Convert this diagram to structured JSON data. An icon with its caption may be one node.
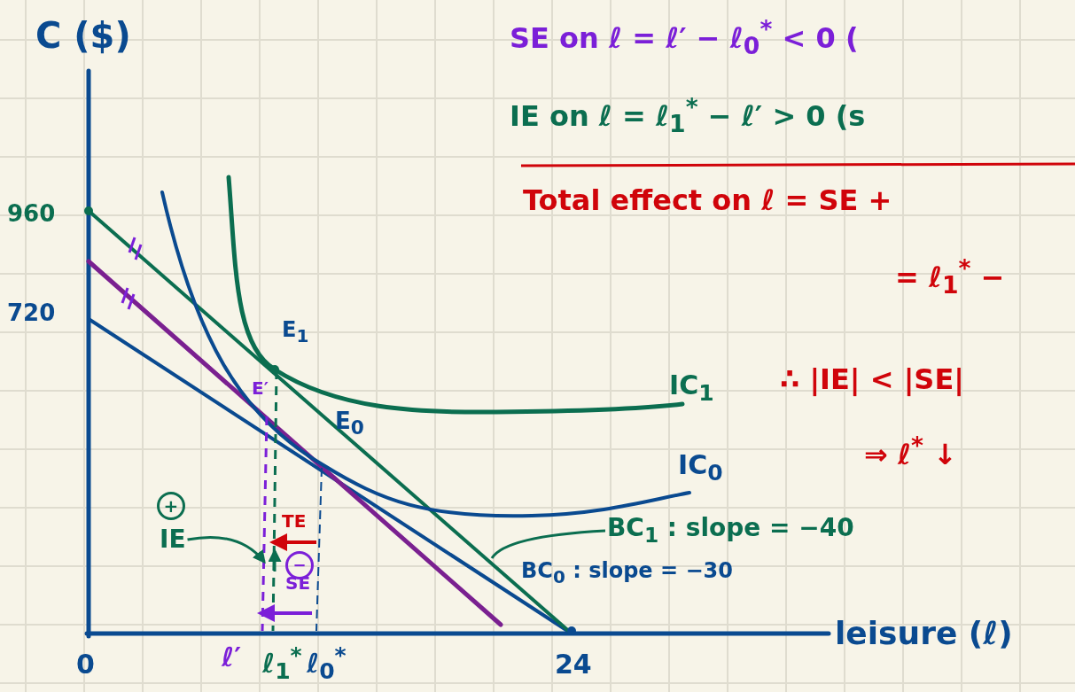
{
  "diagram": {
    "nodes": [
      {
        "text": [
          "IE"
        ]
      },
      {
        "text": [
          "BC$_{1}$ : slope = −40"
        ]
      }
    ],
    "edges": [
      {
        "from": 0,
        "to": null,
        "arrow": "to"
      },
      {
        "from": 1,
        "to": null,
        "arrow": "none"
      }
    ],
    "labels": [
      "C ($)",
      "960",
      "720",
      "0",
      "24",
      "leisure (ℓ)",
      "E$_{1}$",
      "E′",
      "E$_{0}$",
      "IC$_{1}$",
      "IC$_{0}$",
      "BC$_{0}$ : slope = −30",
      "+",
      "TE",
      "−",
      "SE",
      "ℓ′",
      "ℓ$_{1}$$^{*}$",
      "ℓ$_{0}$$^{*}$",
      "SE on ℓ = ℓ′ − ℓ$_{0}$$^{*}$ < 0 (",
      "IE on ℓ = ℓ$_{1}$$^{*}$ − ℓ′ > 0 (s",
      "Total effect on ℓ = SE +",
      "= ℓ$_{1}$$^{*}$ −",
      "∴ |IE| < |SE|",
      "⇒ ℓ$^{*}$ ↓"
    ]
  }
}
